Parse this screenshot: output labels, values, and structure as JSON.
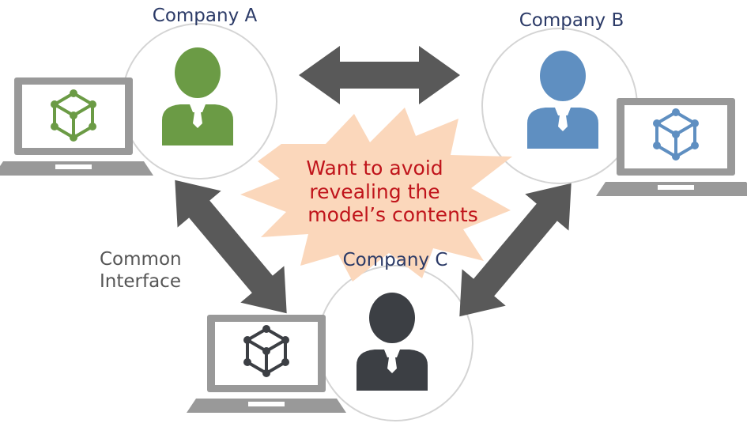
{
  "companies": {
    "a": {
      "label": "Company A",
      "color": "#6b9b45"
    },
    "b": {
      "label": "Company B",
      "color": "#5f8fc1"
    },
    "c": {
      "label": "Company C",
      "color": "#3c3f44"
    }
  },
  "interface_label": {
    "line1": "Common",
    "line2": "Interface"
  },
  "warning": {
    "line1": "Want to avoid",
    "line2": "revealing the",
    "line3": "model’s contents",
    "text_color": "#c0141b",
    "burst_color": "#fbd7bb"
  },
  "colors": {
    "arrow": "#595959",
    "laptop": "#999999",
    "circle_border": "#d4d4d4"
  },
  "icons": [
    "person-icon",
    "laptop-icon",
    "cube-model-icon",
    "double-arrow-icon",
    "starburst-callout"
  ]
}
